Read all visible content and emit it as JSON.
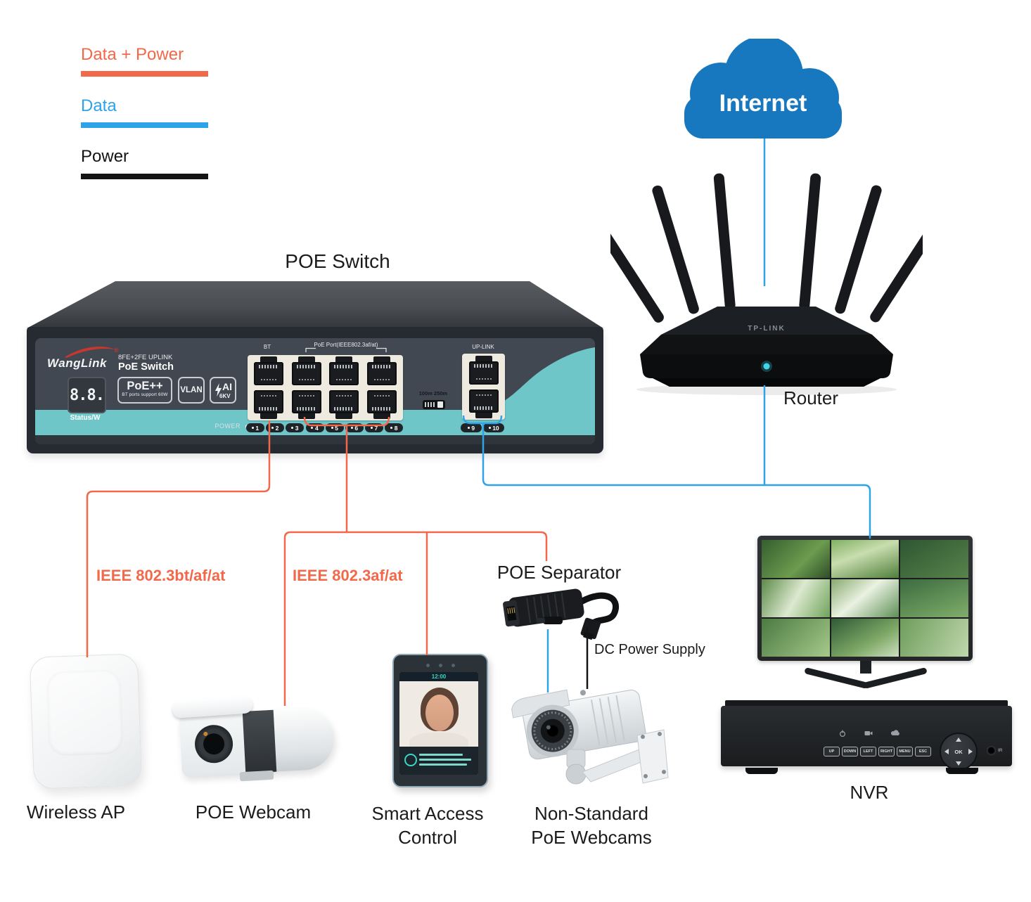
{
  "legend": {
    "items": [
      {
        "label": "Data + Power",
        "color": "#F2684A"
      },
      {
        "label": "Data",
        "color": "#2FA3E8"
      },
      {
        "label": "Power",
        "color": "#141414"
      }
    ]
  },
  "internet": {
    "label": "Internet"
  },
  "router": {
    "label": "Router",
    "brand": "TP-LINK"
  },
  "poe_switch": {
    "title": "POE Switch",
    "brand": "WangLink",
    "reg": "®",
    "model_line1": "8FE+2FE UPLINK",
    "model_line2": "PoE Switch",
    "display_value": "8.8.",
    "display_label": "Status/W",
    "badge_poe": "PoE++",
    "badge_poe_sub": "BT ports support 60W",
    "badge_vlan": "VLAN",
    "badge_ai": "AI",
    "badge_ai_sub": "6KV",
    "bt_label": "BT",
    "poe_ports_label": "PoE Port(IEEE802.3af/at)",
    "uplink_label": "UP-LINK",
    "range_label": "100m 250m",
    "power_label": "POWER",
    "ports": [
      "1",
      "2",
      "3",
      "4",
      "5",
      "6",
      "7",
      "8"
    ],
    "uplink_ports": [
      "9",
      "10"
    ]
  },
  "connections": {
    "ieee_bt_label": "IEEE 802.3bt/af/at",
    "ieee_af_label": "IEEE 802.3af/at",
    "separator_label": "POE Separator",
    "dc_label": "DC Power Supply"
  },
  "devices": {
    "wireless_ap": "Wireless AP",
    "poe_webcam": "POE Webcam",
    "smart_access_1": "Smart Access",
    "smart_access_2": "Control",
    "nonstandard_1": "Non-Standard",
    "nonstandard_2": "PoE Webcams",
    "nvr": "NVR"
  },
  "access_screen": {
    "time": "12:00"
  },
  "nvr_panel": {
    "buttons": [
      "UP",
      "DOWN",
      "LEFT",
      "RIGHT",
      "MENU",
      "ESC"
    ],
    "ok_label": "OK",
    "ir_label": "IR"
  },
  "colors": {
    "data_power": "#F2684A",
    "data": "#2FA3E8",
    "power": "#141414",
    "teal": "#6EC6C9",
    "cloud": "#1878BF"
  }
}
